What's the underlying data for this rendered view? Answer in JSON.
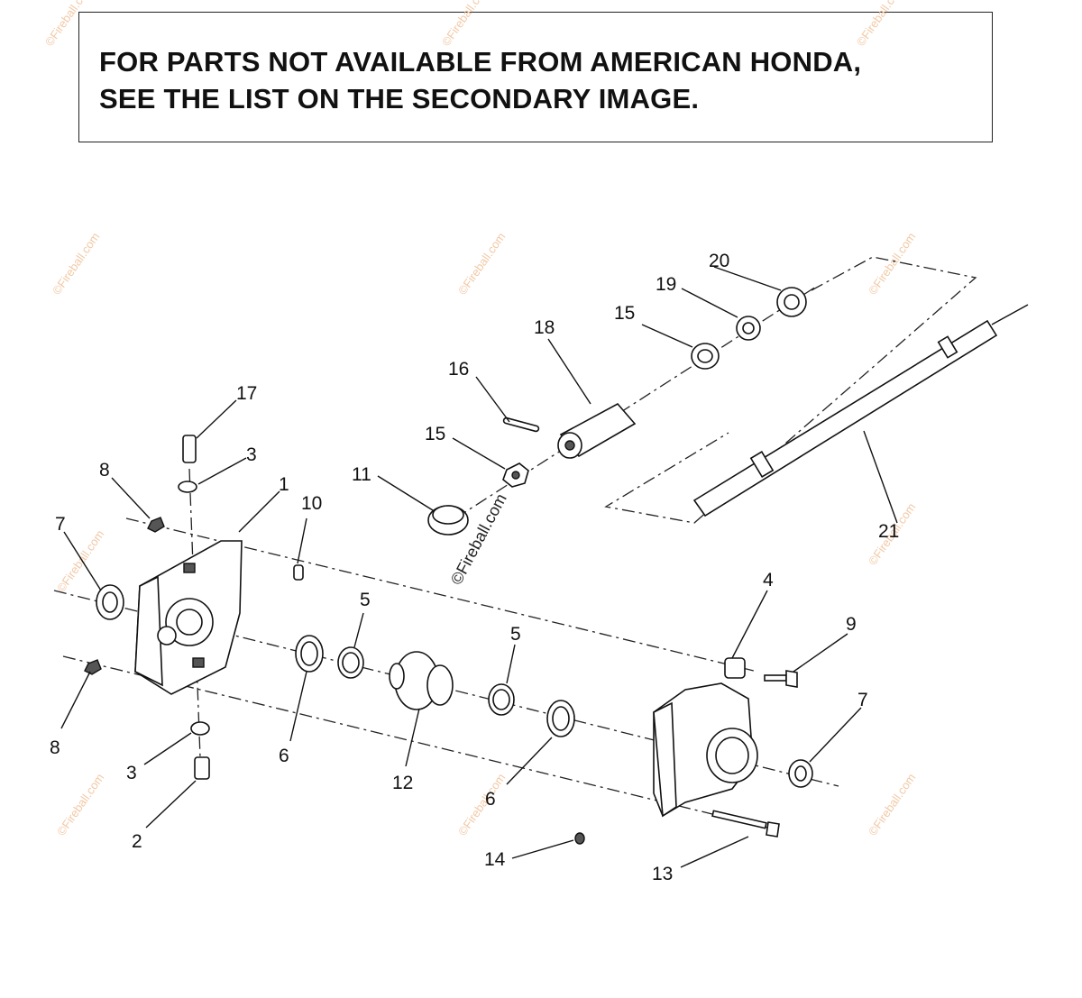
{
  "notice": {
    "line1": "FOR PARTS NOT AVAILABLE FROM AMERICAN HONDA,",
    "line2": "SEE THE LIST ON THE SECONDARY IMAGE."
  },
  "watermark": "©Fireball.com",
  "callouts": {
    "c1": "1",
    "c2": "2",
    "c3a": "3",
    "c3b": "3",
    "c4": "4",
    "c5a": "5",
    "c5b": "5",
    "c6a": "6",
    "c6b": "6",
    "c7a": "7",
    "c7b": "7",
    "c8a": "8",
    "c8b": "8",
    "c9": "9",
    "c10": "10",
    "c11": "11",
    "c12": "12",
    "c13": "13",
    "c14": "14",
    "c15a": "15",
    "c15b": "15",
    "c16": "16",
    "c17": "17",
    "c18": "18",
    "c19": "19",
    "c20": "20",
    "c21": "21"
  }
}
